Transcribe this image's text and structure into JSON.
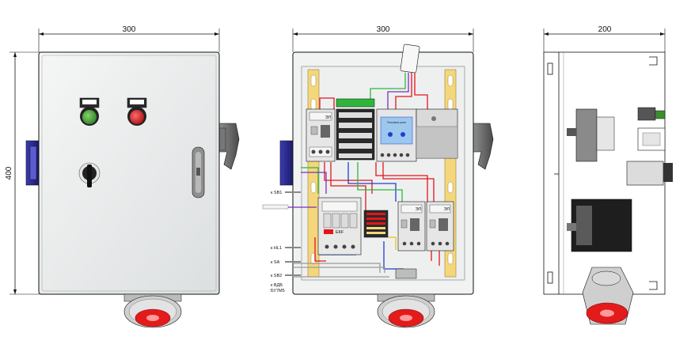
{
  "dimensions": {
    "front_width": "300",
    "front_height": "400",
    "inner_width": "300",
    "side_depth": "200"
  },
  "terminals": [
    {
      "label": "к SB1"
    },
    {
      "label": "к HL1"
    },
    {
      "label": "к SA"
    },
    {
      "label": "к SB2"
    },
    {
      "label": "к ВДВ"
    },
    {
      "label": "БУ7М5"
    }
  ],
  "cable_tag": "",
  "device_labels": {
    "relay_brand": "ЭЛ",
    "contactor_brand": "ЕКF",
    "module_caption": "Тепловое реле"
  },
  "colors": {
    "enclosure": "#eceeee",
    "din_rail": "#f4d77c",
    "wire_red": "#e4141b",
    "wire_blue": "#1f3fd1",
    "wire_green": "#2fb63a",
    "wire_purple": "#7a2fbf",
    "wire_yellow": "#e6c11f",
    "indicator_green": "#3a8f2b",
    "indicator_red": "#d11a1a",
    "hinge_blue": "#2a2c9a"
  }
}
